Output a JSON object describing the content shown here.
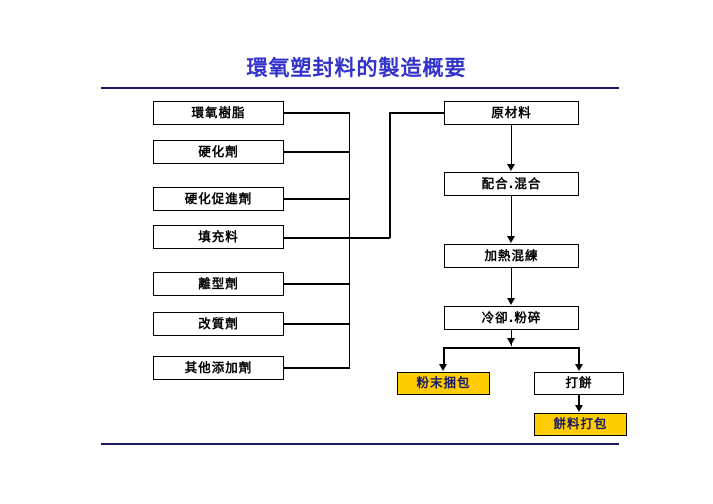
{
  "slide": {
    "title": "環氧塑封料的製造概要",
    "title_color": "#3333cc",
    "rule_color": "#1a1a66",
    "background": "#ffffff"
  },
  "diagram": {
    "type": "flowchart",
    "ingredients_label": "raw material inputs",
    "ingredients": [
      {
        "id": "epoxy-resin",
        "label": "環氧樹脂"
      },
      {
        "id": "hardener",
        "label": "硬化劑"
      },
      {
        "id": "accelerator",
        "label": "硬化促進劑"
      },
      {
        "id": "filler",
        "label": "填充料"
      },
      {
        "id": "release-agent",
        "label": "離型劑"
      },
      {
        "id": "modifier",
        "label": "改質劑"
      },
      {
        "id": "other-additive",
        "label": "其他添加劑"
      }
    ],
    "process": [
      {
        "id": "raw-material",
        "label": "原材料",
        "fill": "#ffffff",
        "text_color": "#000000"
      },
      {
        "id": "blend-mix",
        "label": "配合.混合",
        "fill": "#ffffff",
        "text_color": "#000000"
      },
      {
        "id": "heat-knead",
        "label": "加熱混練",
        "fill": "#ffffff",
        "text_color": "#000000"
      },
      {
        "id": "cool-pulverize",
        "label": "冷卻.粉碎",
        "fill": "#ffffff",
        "text_color": "#000000"
      }
    ],
    "outputs": [
      {
        "id": "powder-packing",
        "label": "粉末捆包",
        "fill": "#FFCC00",
        "text_color": "#1a1a66"
      },
      {
        "id": "tableting",
        "label": "打餅",
        "fill": "#ffffff",
        "text_color": "#000000"
      },
      {
        "id": "tablet-packing",
        "label": "餅料打包",
        "fill": "#FFCC00",
        "text_color": "#1a1a66"
      }
    ],
    "highlight_color": "#FFCC00",
    "line_color": "#000000"
  }
}
